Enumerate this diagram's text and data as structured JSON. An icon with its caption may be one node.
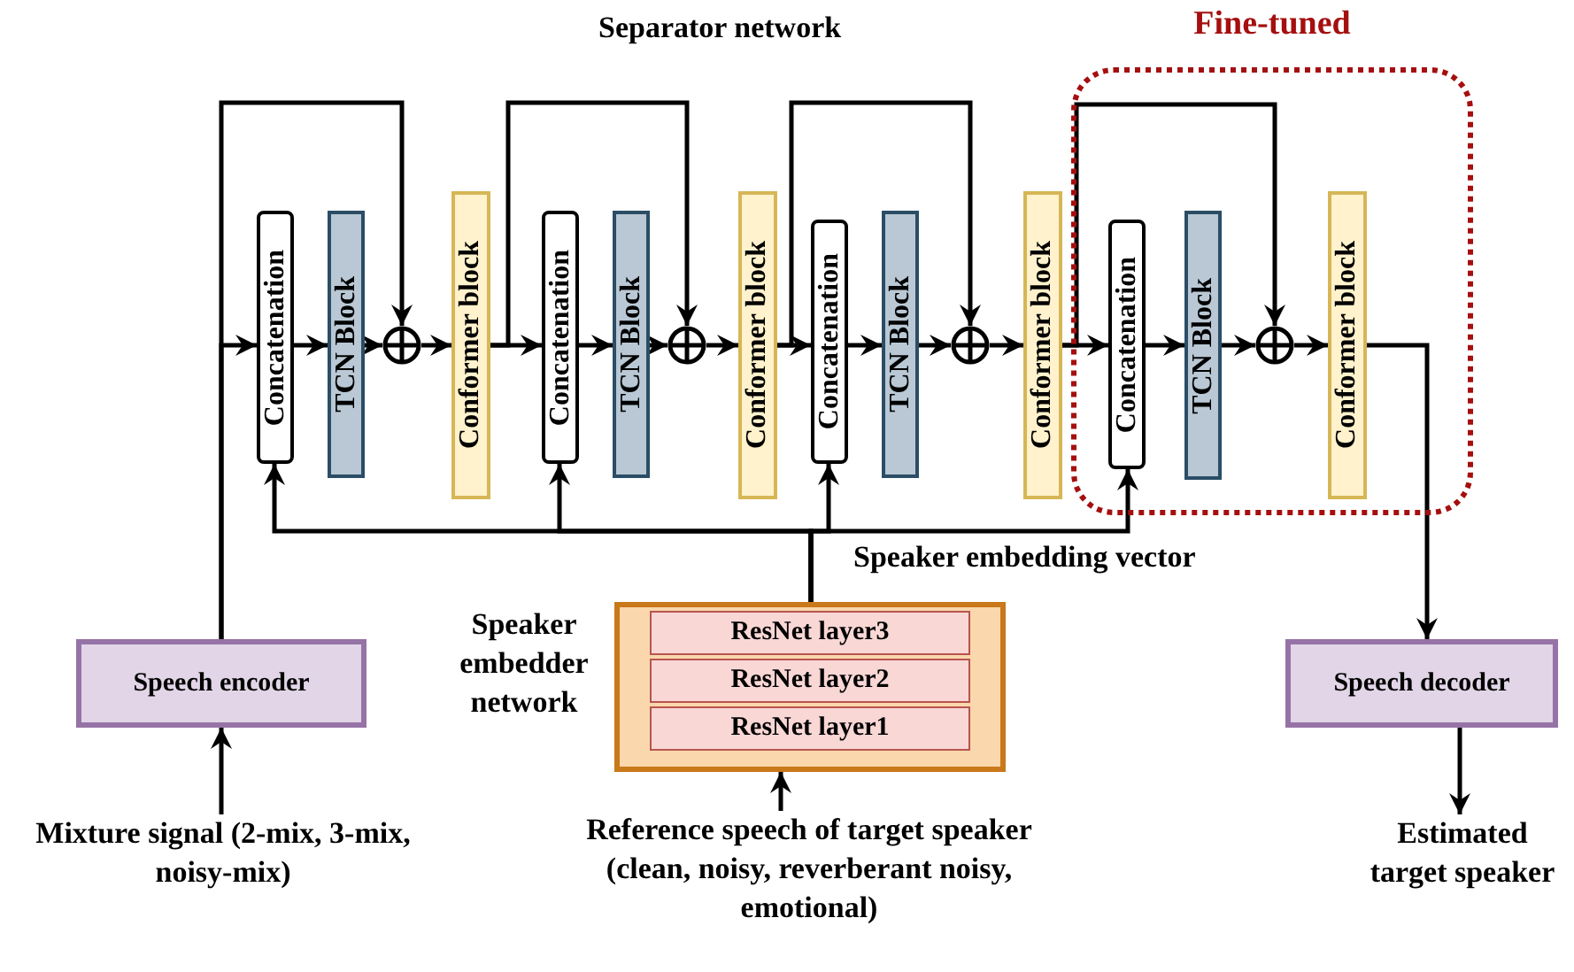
{
  "diagram": {
    "nodes": [
      {
        "text": [
          "Concatenation"
        ]
      },
      {
        "text": [
          "TCN Block"
        ]
      },
      {
        "text": [],
        "shape": "circle"
      },
      {
        "text": [
          "Conformer block"
        ]
      },
      {
        "text": [
          "Concatenation"
        ]
      },
      {
        "text": [
          "TCN Block"
        ]
      },
      {
        "text": [],
        "shape": "circle"
      },
      {
        "text": [
          "Conformer block"
        ]
      },
      {
        "text": [
          "Concatenation"
        ]
      },
      {
        "text": [
          "TCN Block"
        ]
      },
      {
        "text": [],
        "shape": "circle"
      },
      {
        "text": [
          "Conformer block"
        ]
      },
      {
        "text": [
          "Fine-tuned"
        ]
      },
      {
        "text": [
          "Concatenation"
        ],
        "in": 12
      },
      {
        "text": [
          "TCN Block"
        ],
        "in": 12
      },
      {
        "text": [],
        "shape": "circle",
        "in": 12
      },
      {
        "text": [
          "Conformer block"
        ],
        "in": 12
      },
      {
        "text": [
          "Speech encoder"
        ]
      },
      {
        "text": [
          "Speaker embedder network"
        ]
      },
      {
        "text": [
          "ResNet layer3"
        ],
        "in": 18
      },
      {
        "text": [
          "ResNet layer2"
        ],
        "in": 18
      },
      {
        "text": [
          "ResNet layer1"
        ],
        "in": 18
      },
      {
        "text": [
          "Speech decoder"
        ]
      },
      {
        "text": [
          "Mixture signal (2-mix, 3-mix, noisy-mix)"
        ]
      },
      {
        "text": [
          "Reference speech of target speaker (clean, noisy, reverberant noisy, emotional)"
        ]
      },
      {
        "text": [
          "Estimated target speaker"
        ]
      }
    ],
    "edges": [
      {
        "from": 23,
        "to": 17,
        "arrow": "to"
      },
      {
        "from": 17,
        "to": 0,
        "arrow": "to"
      },
      {
        "from": 17,
        "to": 2,
        "arrow": "to"
      },
      {
        "from": 0,
        "to": 1,
        "arrow": "to"
      },
      {
        "from": 1,
        "to": 2,
        "arrow": "to"
      },
      {
        "from": 2,
        "to": 3,
        "arrow": "to"
      },
      {
        "from": 3,
        "to": 4,
        "arrow": "to"
      },
      {
        "from": 3,
        "to": 6,
        "arrow": "to"
      },
      {
        "from": 4,
        "to": 5,
        "arrow": "to"
      },
      {
        "from": 5,
        "to": 6,
        "arrow": "to"
      },
      {
        "from": 6,
        "to": 7,
        "arrow": "to"
      },
      {
        "from": 7,
        "to": 8,
        "arrow": "to"
      },
      {
        "from": 7,
        "to": 10,
        "arrow": "to"
      },
      {
        "from": 8,
        "to": 9,
        "arrow": "to"
      },
      {
        "from": 9,
        "to": 10,
        "arrow": "to"
      },
      {
        "from": 10,
        "to": 11,
        "arrow": "to"
      },
      {
        "from": 11,
        "to": 13,
        "arrow": "to"
      },
      {
        "from": 11,
        "to": 15,
        "arrow": "to"
      },
      {
        "from": 13,
        "to": 14,
        "arrow": "to"
      },
      {
        "from": 14,
        "to": 15,
        "arrow": "to"
      },
      {
        "from": 15,
        "to": 16,
        "arrow": "to"
      },
      {
        "from": 16,
        "to": 22,
        "arrow": "to"
      },
      {
        "from": 22,
        "to": 25,
        "arrow": "to"
      },
      {
        "from": 24,
        "to": 18,
        "arrow": "to"
      },
      {
        "from": 18,
        "to": 0,
        "arrow": "to"
      },
      {
        "from": 18,
        "to": 4,
        "arrow": "to"
      },
      {
        "from": 18,
        "to": 8,
        "arrow": "to"
      },
      {
        "from": 18,
        "to": 13,
        "arrow": "to"
      }
    ],
    "labels": [
      "Separator network",
      "Speaker embedding vector"
    ]
  }
}
